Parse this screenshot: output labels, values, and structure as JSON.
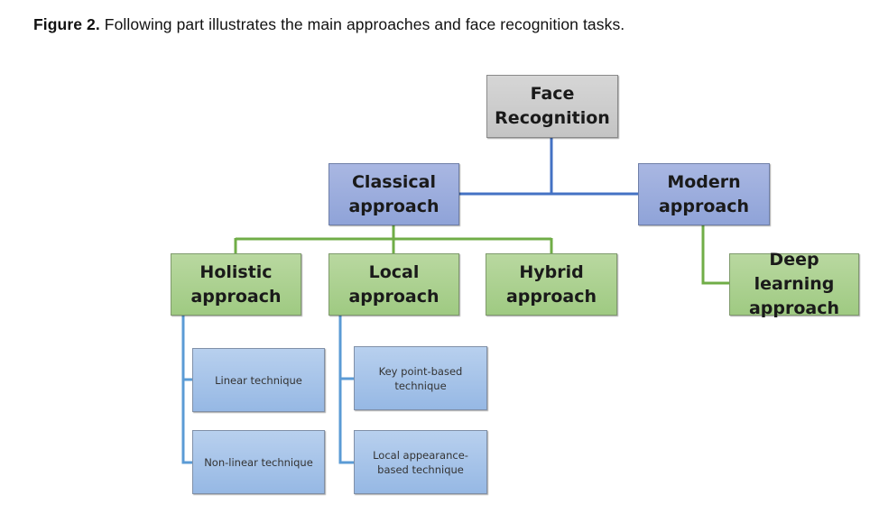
{
  "caption": {
    "label": "Figure 2.",
    "text": " Following part illustrates the main approaches and face recognition tasks."
  },
  "diagram": {
    "root": {
      "label": "Face\nRecognition"
    },
    "level1": [
      {
        "label": "Classical\napproach"
      },
      {
        "label": "Modern\napproach"
      }
    ],
    "classical_children": [
      {
        "label": "Holistic\napproach"
      },
      {
        "label": "Local\napproach"
      },
      {
        "label": "Hybrid\napproach"
      }
    ],
    "modern_children": [
      {
        "label": "Deep learning\napproach"
      }
    ],
    "holistic_techniques": [
      {
        "label": "Linear technique"
      },
      {
        "label": "Non-linear technique"
      }
    ],
    "local_techniques": [
      {
        "label": "Key point-based\ntechnique"
      },
      {
        "label": "Local appearance-\nbased technique"
      }
    ],
    "colors": {
      "root": "#c8c8c8",
      "approach": "#9aaddc",
      "sub_approach": "#aad08f",
      "technique": "#a6c4ea",
      "connector_blue": "#4472c4",
      "connector_green": "#70ad47",
      "connector_light_blue": "#5b9bd5"
    }
  }
}
